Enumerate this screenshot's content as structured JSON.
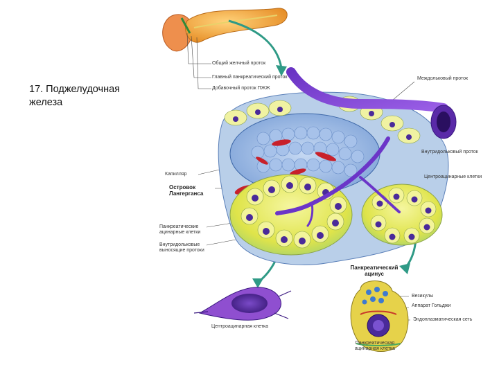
{
  "title": "17. Поджелудочная железа",
  "labels": {
    "common_bile_duct": "Общий желчный проток",
    "main_pancreatic_duct": "Главный панкреатический проток",
    "accessory_duct": "Добавочный проток ПЖЖ",
    "interlobular_duct": "Междольковый проток",
    "intralobular_duct": "Внутридольковый проток",
    "centroacinar_cells_top": "Центроацинарные клетки",
    "capillary": "Капилляр",
    "islet": "Островок Лангерганса",
    "pancreatic_cells": "Панкреатические ацинарные клетки",
    "intercalated_ducts": "Внутридольковые выносящие протоки",
    "acinus_title": "Панкреатический ацинус",
    "vesicles": "Везикулы",
    "golgi": "Аппарат Гольджи",
    "er": "Эндоплазматическая сеть",
    "centroacinar_cell": "Центроацинарная клетка",
    "acinar_cell": "Панкреатическая ацинарная клетка"
  },
  "colors": {
    "pancreas": "#f2a43a",
    "duodenum": "#ee8f4d",
    "duct": "#7c3fd0",
    "islet_cells": "#8fb6e6",
    "acinar_cells": "#e8ea5a",
    "nucleus": "#4a2a9a",
    "capillary": "#c8202a",
    "arrow": "#2f9a86"
  }
}
